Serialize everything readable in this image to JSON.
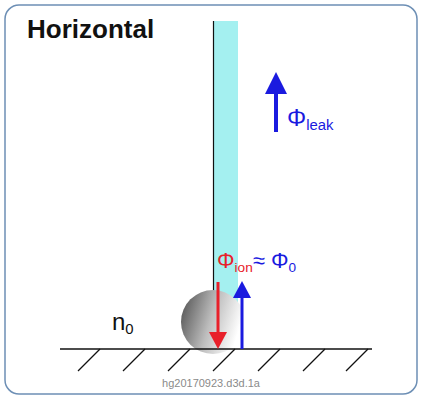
{
  "diagram": {
    "title": "Horizontal",
    "labels": [
      "Φ",
      "leak",
      "Φ",
      "ion",
      "≈ Φ",
      "0",
      "n",
      "0",
      "hg20170923.d3d.1a"
    ]
  }
}
